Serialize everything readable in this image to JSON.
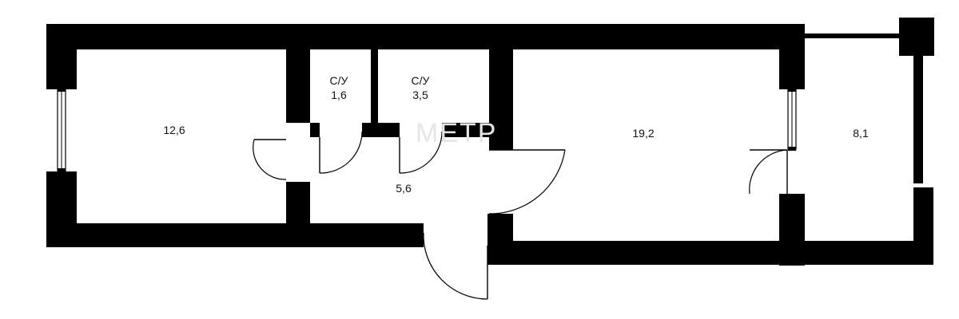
{
  "colors": {
    "wall": "#000000",
    "background": "#ffffff",
    "text": "#111111"
  },
  "rooms": [
    {
      "id": "room-left",
      "area": "12,6"
    },
    {
      "id": "bath-1",
      "name": "С/У",
      "area": "1,6"
    },
    {
      "id": "bath-2",
      "name": "С/У",
      "area": "3,5"
    },
    {
      "id": "hallway",
      "area": "5,6"
    },
    {
      "id": "room-main",
      "area": "19,2"
    },
    {
      "id": "balcony",
      "area": "8,1"
    }
  ],
  "watermark": "МЕТР"
}
